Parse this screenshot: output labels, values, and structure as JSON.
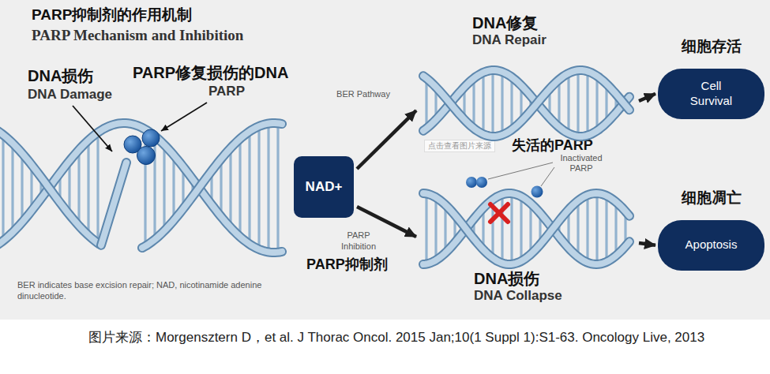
{
  "diagram": {
    "title": "PARP抑制剂的作用机制",
    "caption": "图片来源：Morgensztern D，et al. J Thorac Oncol. 2015 Jan;10(1 Suppl 1):S1-63. Oncology Live, 2013",
    "nodes": [
      {
        "text": [
          "NAD+"
        ]
      },
      {
        "text": [
          "DNA修复",
          "DNA Repair"
        ]
      },
      {
        "text": [
          "DNA损伤",
          "DNA Collapse"
        ]
      },
      {
        "text": [
          "细胞存活",
          "Cell Survival"
        ]
      },
      {
        "text": [
          "细胞凋亡",
          "Apoptosis"
        ]
      }
    ],
    "edges": [
      {
        "from": 0,
        "to": 1,
        "arrow": "to",
        "label": "BER Pathway"
      },
      {
        "from": 0,
        "to": 2,
        "arrow": "to",
        "label": "PARP Inhibition"
      },
      {
        "from": 1,
        "to": 3,
        "arrow": "to"
      },
      {
        "from": 2,
        "to": 4,
        "arrow": "to"
      }
    ],
    "labels": [
      "PARP Mechanism and Inhibition",
      "DNA损伤",
      "DNA Damage",
      "PARP修复损伤的DNA",
      "PARP",
      "点击查看图片来源",
      "失活的PARP",
      "Inactivated PARP",
      "PARP抑制剂",
      "BER indicates base excision repair; NAD, nicotinamide adenine dinucleotide."
    ]
  }
}
